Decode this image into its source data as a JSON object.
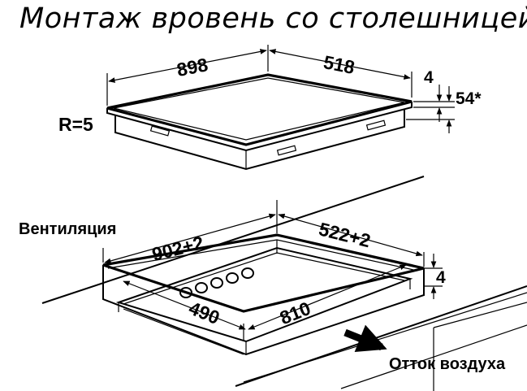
{
  "title": "Монтаж вровень со столешницей",
  "hob": {
    "width": "898",
    "depth": "518",
    "glass_thickness": "4",
    "height": "54*",
    "corner_radius": "R=5"
  },
  "cutout": {
    "ventilation_label": "Вентиляция",
    "width": "902+2",
    "depth": "522+2",
    "rebate_depth": "4",
    "inner_width": "810",
    "inner_depth": "490",
    "airflow_label": "Отток воздуха"
  }
}
